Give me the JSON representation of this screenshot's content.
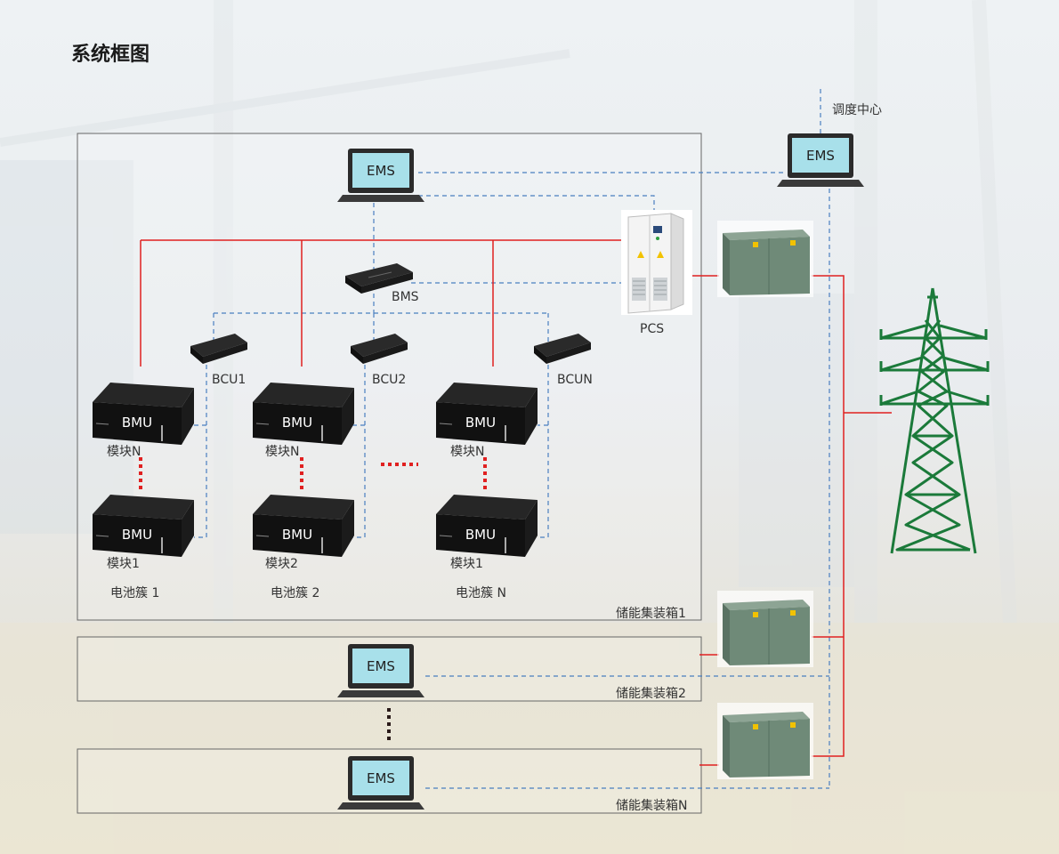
{
  "title": "系统框图",
  "dispatch_label": "调度中心",
  "ems_label": "EMS",
  "bms_label": "BMS",
  "pcs_label": "PCS",
  "bmu_label": "BMU",
  "bcu_labels": [
    "BCU1",
    "BCU2",
    "BCUN"
  ],
  "clusters": [
    {
      "label": "电池簇 1",
      "top_module": "模块N",
      "bottom_module": "模块1"
    },
    {
      "label": "电池簇 2",
      "top_module": "模块N",
      "bottom_module": "模块2"
    },
    {
      "label": "电池簇 N",
      "top_module": "模块N",
      "bottom_module": "模块1"
    }
  ],
  "containers": [
    "储能集装箱1",
    "储能集装箱2",
    "储能集装箱N"
  ],
  "colors": {
    "power_line": "#e02020",
    "comm_line": "#4a7fc0",
    "tower": "#1b7a3a",
    "screen": "#a8e0ea",
    "transformer": "#6f8a78"
  }
}
